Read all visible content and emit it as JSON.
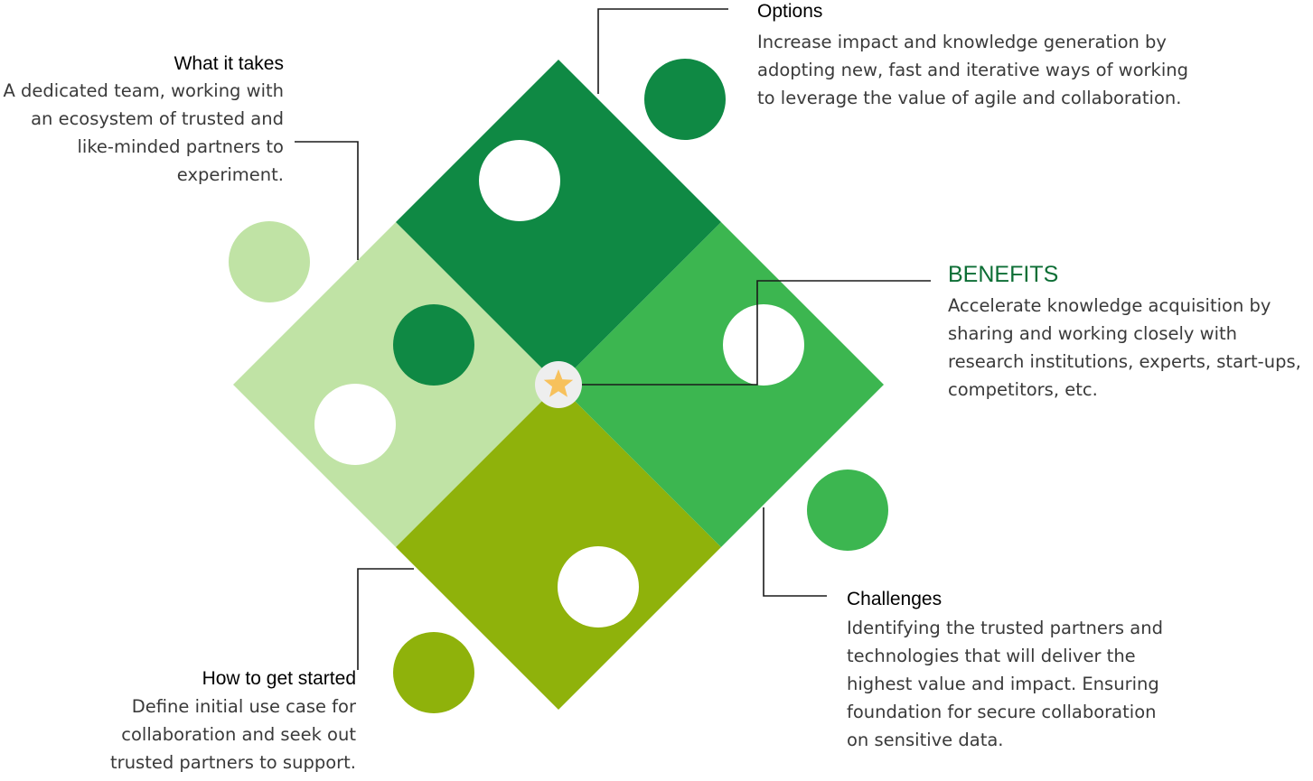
{
  "callouts": {
    "options": {
      "title": "Options",
      "body": "Increase impact and knowledge generation by adopting new, fast and iterative ways of working to leverage the value of agile and collaboration."
    },
    "what_it_takes": {
      "title": "What it takes",
      "body": "A dedicated team, working with an ecosystem of trusted and like-minded partners to experiment."
    },
    "benefits": {
      "title": "BENEFITS",
      "body": "Accelerate knowledge acquisition by sharing and working closely with research institutions, experts, start-ups, competitors, etc."
    },
    "challenges": {
      "title": "Challenges",
      "body": "Identifying the trusted partners and technologies that will deliver the highest value and impact. Ensuring foundation for secure collaboration on sensitive data."
    },
    "how_to_get_started": {
      "title": "How to get started",
      "body": "Define initial use case for collaboration and seek out trusted partners to support."
    }
  },
  "colors": {
    "piece_top": "#0f8944",
    "piece_right": "#3cb650",
    "piece_bottom": "#8fb20b",
    "piece_left": "#c0e3a5",
    "benefits_title": "#0d6e35",
    "star": "#f7c15c",
    "star_bg": "#eeeeee",
    "connector": "#1a1a1a"
  },
  "icons": {
    "center": "star-icon"
  }
}
